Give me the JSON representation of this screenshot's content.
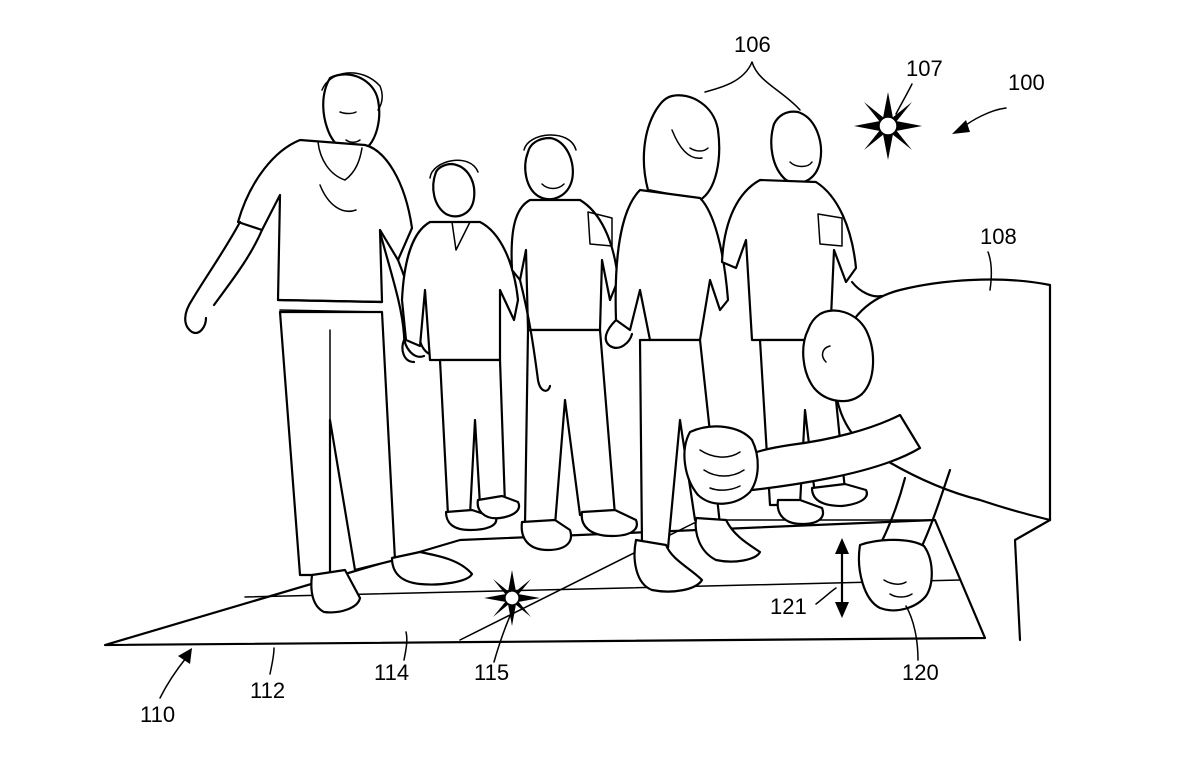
{
  "labels": {
    "system": "100",
    "group": "106",
    "light_top": "107",
    "player": "108",
    "floor_assembly": "110",
    "floor_edge": "112",
    "floor_surface": "114",
    "light_floor": "115",
    "hand_device": "120",
    "motion_arrow": "121"
  },
  "colors": {
    "ink": "#000000",
    "paper": "#ffffff"
  }
}
